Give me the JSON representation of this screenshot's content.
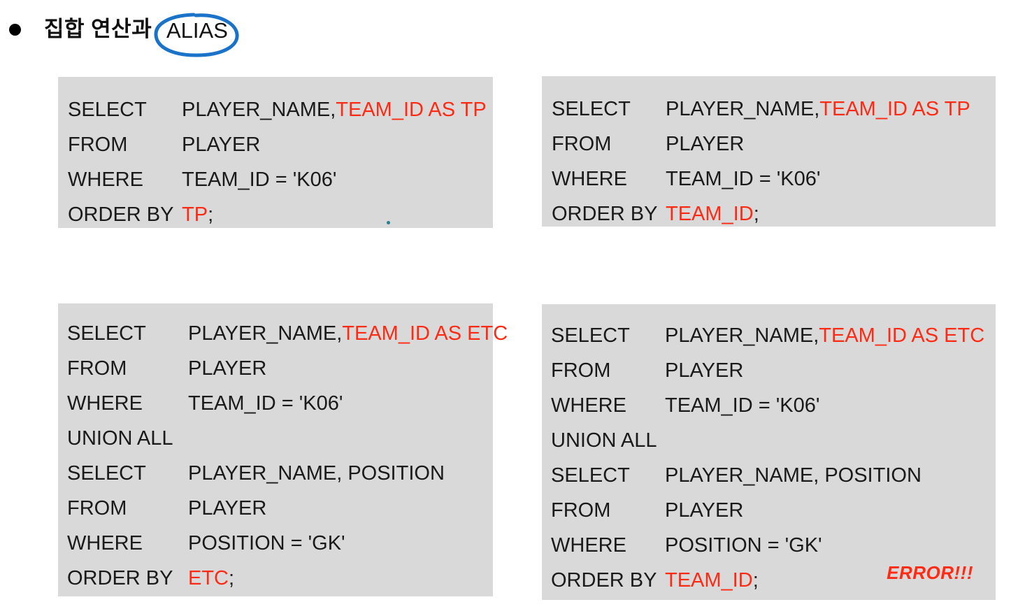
{
  "slide": {
    "title_prefix": "집합 연산과",
    "highlighted_word": "ALIAS",
    "bullet_glyph": "●",
    "annotation_color": "#1a73c8",
    "keyword_color": "#1a1a1a",
    "alias_color": "#ff2a13",
    "block_background": "#d9d9d9",
    "page_background": "#ffffff"
  },
  "blocks": {
    "top_left": {
      "name": "query-alias-order-by-alias",
      "lines": [
        {
          "keyword": "SELECT",
          "value_black": "PLAYER_NAME, ",
          "value_red": "TEAM_ID AS TP",
          "value_tail": ""
        },
        {
          "keyword": "FROM",
          "value_black": "PLAYER",
          "value_red": "",
          "value_tail": ""
        },
        {
          "keyword": "WHERE",
          "value_black": "TEAM_ID = 'K06'",
          "value_red": "",
          "value_tail": ""
        },
        {
          "keyword": "ORDER BY",
          "value_black": "",
          "value_red": "TP",
          "value_tail": ";"
        }
      ]
    },
    "top_right": {
      "name": "query-alias-order-by-column",
      "lines": [
        {
          "keyword": "SELECT",
          "value_black": "PLAYER_NAME, ",
          "value_red": "TEAM_ID AS TP",
          "value_tail": ""
        },
        {
          "keyword": "FROM",
          "value_black": "PLAYER",
          "value_red": "",
          "value_tail": ""
        },
        {
          "keyword": "WHERE",
          "value_black": "TEAM_ID = 'K06'",
          "value_red": "",
          "value_tail": ""
        },
        {
          "keyword": "ORDER BY",
          "value_black": "",
          "value_red": "TEAM_ID",
          "value_tail": ";"
        }
      ]
    },
    "bottom_left": {
      "name": "query-union-all-order-by-alias",
      "lines": [
        {
          "keyword": "SELECT",
          "value_black": "PLAYER_NAME, ",
          "value_red": "TEAM_ID AS ETC",
          "value_tail": ""
        },
        {
          "keyword": "FROM",
          "value_black": "PLAYER",
          "value_red": "",
          "value_tail": ""
        },
        {
          "keyword": "WHERE",
          "value_black": "TEAM_ID = 'K06'",
          "value_red": "",
          "value_tail": ""
        },
        {
          "keyword": "UNION ALL",
          "value_black": "",
          "value_red": "",
          "value_tail": ""
        },
        {
          "keyword": "SELECT",
          "value_black": "PLAYER_NAME, POSITION",
          "value_red": "",
          "value_tail": ""
        },
        {
          "keyword": "FROM",
          "value_black": "PLAYER",
          "value_red": "",
          "value_tail": ""
        },
        {
          "keyword": "WHERE",
          "value_black": "POSITION = 'GK'",
          "value_red": "",
          "value_tail": ""
        },
        {
          "keyword": "ORDER BY",
          "value_black": "",
          "value_red": "ETC",
          "value_tail": ";"
        }
      ]
    },
    "bottom_right": {
      "name": "query-union-all-order-by-column-error",
      "error_label": "ERROR!!!",
      "lines": [
        {
          "keyword": "SELECT",
          "value_black": "PLAYER_NAME, ",
          "value_red": "TEAM_ID AS ETC",
          "value_tail": ""
        },
        {
          "keyword": "FROM",
          "value_black": "PLAYER",
          "value_red": "",
          "value_tail": ""
        },
        {
          "keyword": "WHERE",
          "value_black": "TEAM_ID = 'K06'",
          "value_red": "",
          "value_tail": ""
        },
        {
          "keyword": "UNION ALL",
          "value_black": "",
          "value_red": "",
          "value_tail": ""
        },
        {
          "keyword": "SELECT",
          "value_black": "PLAYER_NAME, POSITION",
          "value_red": "",
          "value_tail": ""
        },
        {
          "keyword": "FROM",
          "value_black": "PLAYER",
          "value_red": "",
          "value_tail": ""
        },
        {
          "keyword": "WHERE",
          "value_black": "POSITION = 'GK'",
          "value_red": "",
          "value_tail": ""
        },
        {
          "keyword": "ORDER BY",
          "value_black": "",
          "value_red": "TEAM_ID",
          "value_tail": ";"
        }
      ]
    }
  }
}
